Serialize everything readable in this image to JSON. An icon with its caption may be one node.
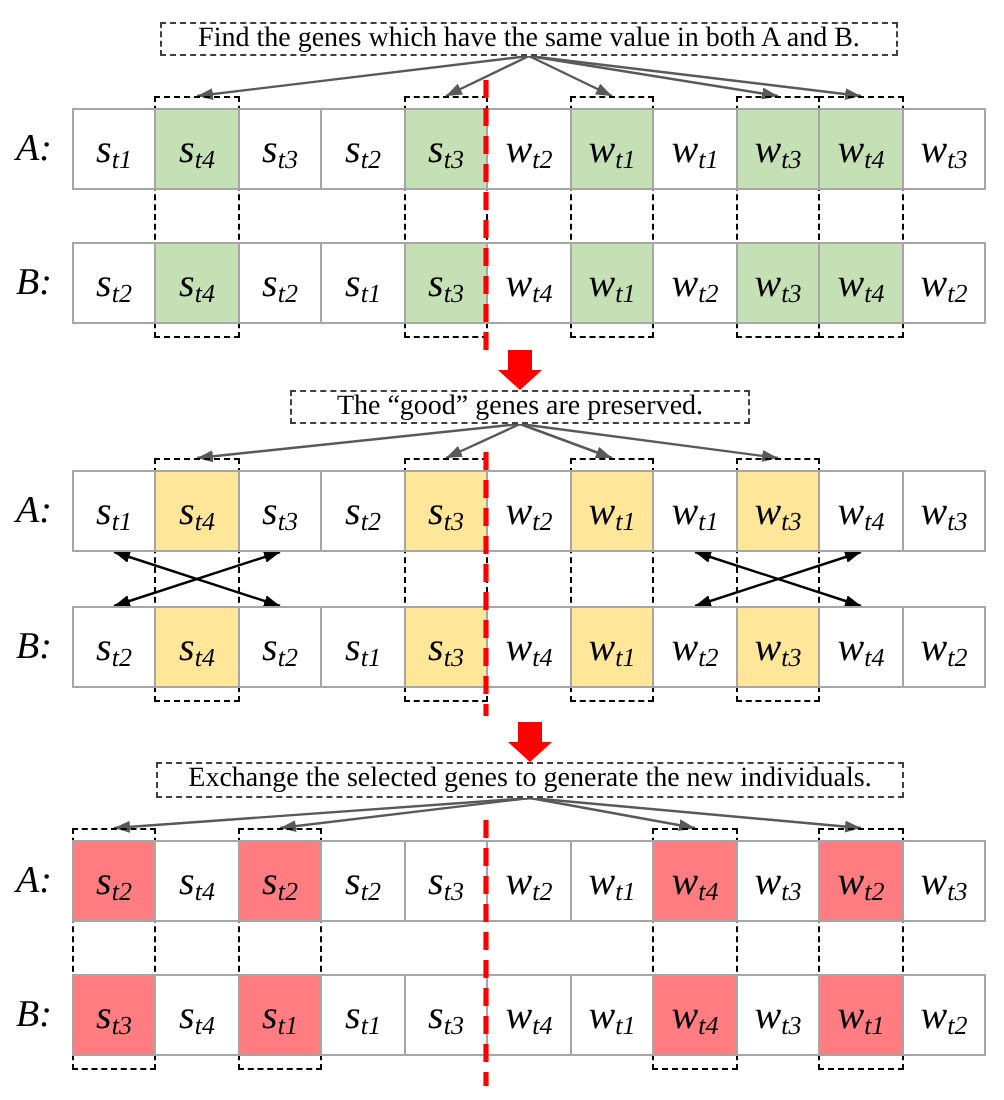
{
  "diagram": {
    "nodes": [
      {
        "text": [
          "Find the genes which have the same value in both A and B."
        ]
      },
      {
        "text": [
          "s$_{t1}$"
        ]
      },
      {
        "text": [],
        "shape": "box"
      },
      {
        "text": [
          "s$_{t4}$"
        ],
        "in": 2
      },
      {
        "text": [
          "s$_{t3}$"
        ]
      },
      {
        "text": [
          "s$_{t2}$"
        ]
      },
      {
        "text": [],
        "shape": "box"
      },
      {
        "text": [
          "s$_{t3}$"
        ],
        "in": 6
      },
      {
        "text": [
          "w$_{t2}$"
        ]
      },
      {
        "text": [],
        "shape": "box"
      },
      {
        "text": [
          "w$_{t1}$"
        ],
        "in": 9
      },
      {
        "text": [
          "w$_{t1}$"
        ]
      },
      {
        "text": [],
        "shape": "box"
      },
      {
        "text": [
          "w$_{t3}$"
        ],
        "in": 12
      },
      {
        "text": [],
        "shape": "box"
      },
      {
        "text": [
          "w$_{t4}$"
        ],
        "in": 14
      },
      {
        "text": [
          "w$_{t3}$"
        ]
      },
      {
        "text": [
          "s$_{t2}$"
        ]
      },
      {
        "text": [
          "s$_{t4}$"
        ],
        "in": 2
      },
      {
        "text": [
          "s$_{t2}$"
        ]
      },
      {
        "text": [
          "s$_{t1}$"
        ]
      },
      {
        "text": [
          "s$_{t3}$"
        ],
        "in": 6
      },
      {
        "text": [
          "w$_{t4}$"
        ]
      },
      {
        "text": [
          "w$_{t1}$"
        ],
        "in": 9
      },
      {
        "text": [
          "w$_{t2}$"
        ]
      },
      {
        "text": [
          "w$_{t3}$"
        ],
        "in": 12
      },
      {
        "text": [
          "w$_{t4}$"
        ],
        "in": 14
      },
      {
        "text": [
          "w$_{t2}$"
        ]
      },
      {
        "text": [
          "The “good” genes are preserved."
        ]
      },
      {
        "text": [
          "s$_{t1}$"
        ]
      },
      {
        "text": [],
        "shape": "box"
      },
      {
        "text": [
          "s$_{t4}$"
        ],
        "in": 30
      },
      {
        "text": [
          "s$_{t3}$"
        ]
      },
      {
        "text": [
          "s$_{t2}$"
        ]
      },
      {
        "text": [],
        "shape": "box"
      },
      {
        "text": [
          "s$_{t3}$"
        ],
        "in": 34
      },
      {
        "text": [
          "w$_{t2}$"
        ]
      },
      {
        "text": [],
        "shape": "box"
      },
      {
        "text": [
          "w$_{t1}$"
        ],
        "in": 37
      },
      {
        "text": [
          "w$_{t1}$"
        ]
      },
      {
        "text": [],
        "shape": "box"
      },
      {
        "text": [
          "w$_{t3}$"
        ],
        "in": 40
      },
      {
        "text": [
          "w$_{t4}$"
        ]
      },
      {
        "text": [
          "w$_{t3}$"
        ]
      },
      {
        "text": [
          "s$_{t2}$"
        ]
      },
      {
        "text": [
          "s$_{t4}$"
        ],
        "in": 30
      },
      {
        "text": [
          "s$_{t2}$"
        ]
      },
      {
        "text": [
          "s$_{t1}$"
        ]
      },
      {
        "text": [
          "s$_{t3}$"
        ],
        "in": 34
      },
      {
        "text": [
          "w$_{t4}$"
        ]
      },
      {
        "text": [
          "w$_{t1}$"
        ],
        "in": 37
      },
      {
        "text": [
          "w$_{t2}$"
        ]
      },
      {
        "text": [
          "w$_{t3}$"
        ],
        "in": 40
      },
      {
        "text": [
          "w$_{t4}$"
        ]
      },
      {
        "text": [
          "w$_{t2}$"
        ]
      },
      {
        "text": [
          "Exchange the selected genes to generate the new individuals."
        ]
      },
      {
        "text": [],
        "shape": "box"
      },
      {
        "text": [
          "s$_{t2}$"
        ],
        "in": 56
      },
      {
        "text": [
          "s$_{t4}$"
        ]
      },
      {
        "text": [],
        "shape": "box"
      },
      {
        "text": [
          "s$_{t2}$"
        ],
        "in": 59
      },
      {
        "text": [
          "s$_{t2}$"
        ]
      },
      {
        "text": [
          "s$_{t3}$"
        ]
      },
      {
        "text": [
          "w$_{t2}$"
        ]
      },
      {
        "text": [
          "w$_{t1}$"
        ]
      },
      {
        "text": [],
        "shape": "box"
      },
      {
        "text": [
          "w$_{t4}$"
        ],
        "in": 65
      },
      {
        "text": [
          "w$_{t3}$"
        ]
      },
      {
        "text": [],
        "shape": "box"
      },
      {
        "text": [
          "w$_{t2}$"
        ],
        "in": 68
      },
      {
        "text": [
          "w$_{t3}$"
        ]
      },
      {
        "text": [
          "s$_{t3}$"
        ],
        "in": 56
      },
      {
        "text": [
          "s$_{t4}$"
        ]
      },
      {
        "text": [
          "s$_{t1}$"
        ],
        "in": 59
      },
      {
        "text": [
          "s$_{t1}$"
        ]
      },
      {
        "text": [
          "s$_{t3}$"
        ]
      },
      {
        "text": [
          "w$_{t4}$"
        ]
      },
      {
        "text": [
          "w$_{t1}$"
        ]
      },
      {
        "text": [
          "w$_{t4}$"
        ],
        "in": 65
      },
      {
        "text": [
          "w$_{t3}$"
        ]
      },
      {
        "text": [
          "w$_{t1}$"
        ],
        "in": 68
      },
      {
        "text": [
          "w$_{t2}$"
        ]
      }
    ],
    "edges": [
      {
        "from": 0,
        "to": 2,
        "arrow": "to"
      },
      {
        "from": 0,
        "to": 6,
        "arrow": "to"
      },
      {
        "from": 0,
        "to": 9,
        "arrow": "to"
      },
      {
        "from": 0,
        "to": 12,
        "arrow": "to"
      },
      {
        "from": 0,
        "to": 14,
        "arrow": "to"
      },
      {
        "from": null,
        "to": 28,
        "arrow": "to",
        "style": "thick",
        "color": "#ff0000"
      },
      {
        "from": 28,
        "to": 30,
        "arrow": "to"
      },
      {
        "from": 28,
        "to": 34,
        "arrow": "to"
      },
      {
        "from": 28,
        "to": 37,
        "arrow": "to"
      },
      {
        "from": 28,
        "to": 40,
        "arrow": "to"
      },
      {
        "from": 29,
        "to": 46,
        "arrow": "both",
        "color": "#000000"
      },
      {
        "from": 44,
        "to": 32,
        "arrow": "both",
        "color": "#000000"
      },
      {
        "from": 39,
        "to": 53,
        "arrow": "both",
        "color": "#000000"
      },
      {
        "from": 51,
        "to": 42,
        "arrow": "both",
        "color": "#000000"
      },
      {
        "from": null,
        "to": 55,
        "arrow": "to",
        "style": "thick",
        "color": "#ff0000"
      },
      {
        "from": 55,
        "to": 56,
        "arrow": "to"
      },
      {
        "from": 55,
        "to": 59,
        "arrow": "to"
      },
      {
        "from": 55,
        "to": 65,
        "arrow": "to"
      },
      {
        "from": 55,
        "to": 68,
        "arrow": "to"
      }
    ],
    "labels": [
      "A:",
      "B:",
      "A:",
      "B:",
      "A:",
      "B:"
    ]
  }
}
